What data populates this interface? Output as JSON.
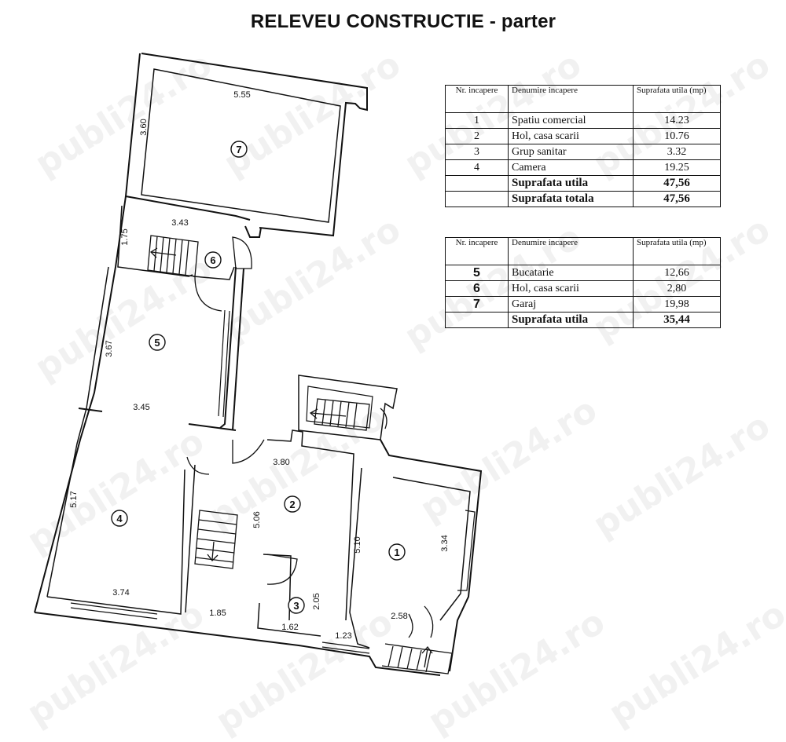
{
  "title": "RELEVEU CONSTRUCTIE - parter",
  "watermark": "publi24.ro",
  "table1": {
    "headers": [
      "Nr. incapere",
      "Denumire incapere",
      "Suprafata utila (mp)"
    ],
    "rows": [
      {
        "nr": "1",
        "name": "Spatiu comercial",
        "area": "14.23"
      },
      {
        "nr": "2",
        "name": "Hol, casa scarii",
        "area": "10.76"
      },
      {
        "nr": "3",
        "name": "Grup sanitar",
        "area": "3.32"
      },
      {
        "nr": "4",
        "name": "Camera",
        "area": "19.25"
      }
    ],
    "total_util_label": "Suprafata utila",
    "total_util_value": "47,56",
    "total_label": "Suprafata totala",
    "total_value": "47,56"
  },
  "table2": {
    "headers": [
      "Nr. incapere",
      "Denumire incapere",
      "Suprafata utila (mp)"
    ],
    "rows": [
      {
        "nr": "5",
        "name": "Bucatarie",
        "area": "12,66"
      },
      {
        "nr": "6",
        "name": "Hol, casa scarii",
        "area": "2,80"
      },
      {
        "nr": "7",
        "name": "Garaj",
        "area": "19,98"
      }
    ],
    "total_label": "Suprafata utila",
    "total_value": "35,44"
  },
  "plan": {
    "room_numbers": [
      "7",
      "6",
      "5",
      "4",
      "2",
      "1",
      "3"
    ],
    "dimensions": [
      "5.55",
      "3.60",
      "3.43",
      "1.75",
      "3.67",
      "3.45",
      "5.17",
      "3.74",
      "3.80",
      "5.06",
      "1.85",
      "2.05",
      "1.62",
      "5.10",
      "3.34",
      "2.58",
      "1.23"
    ]
  }
}
